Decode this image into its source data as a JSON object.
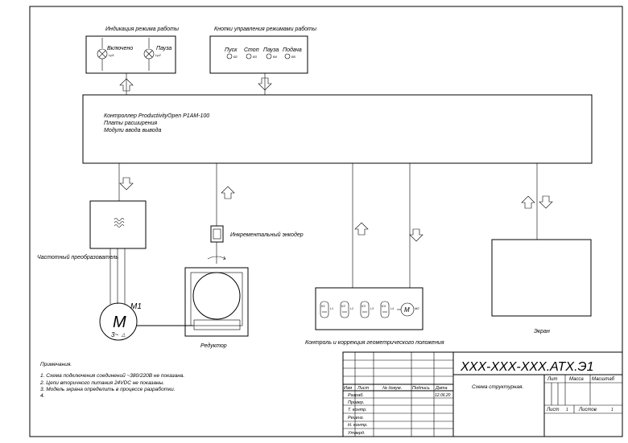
{
  "panels": {
    "indication": {
      "title": "Индикация режима работы",
      "lamps": [
        {
          "label": "Включено",
          "tag": "Lp1"
        },
        {
          "label": "Пауза",
          "tag": "Lp2"
        }
      ]
    },
    "buttons": {
      "title": "Кнопки управления режимами работы",
      "items": [
        {
          "label": "Пуск",
          "tag": "B2"
        },
        {
          "label": "Стоп",
          "tag": "B3"
        },
        {
          "label": "Пауза",
          "tag": "B4"
        },
        {
          "label": "Подача",
          "tag": "B5"
        }
      ]
    }
  },
  "controller": {
    "line1": "Контроллер ProductivityOpen P1AM-100",
    "line2": "Платы расширения",
    "line3": "Модули ввода вывода"
  },
  "vfd": {
    "label": "Частотный преобразователь",
    "symbol": "≈"
  },
  "motor": {
    "tag": "M1",
    "symbol": "M",
    "phase": "3~",
    "delta": "△"
  },
  "encoder": {
    "label": "Инкрементальный энкодер"
  },
  "reducer": {
    "label": "Редуктор"
  },
  "sensors": {
    "label": "Контроль и коррекция геометрического положения",
    "items": [
      "K1",
      "K2",
      "K3",
      "K4"
    ],
    "sublabels": [
      "L1",
      "L2",
      "L3",
      "L4"
    ],
    "motor": {
      "symbol": "M",
      "tag": "M2"
    }
  },
  "screen": {
    "label": "Экран"
  },
  "notes": {
    "title": "Примечания.",
    "items": [
      "1. Схема подключения соединений ~380/220В не показана.",
      "2. Цепи вторичного питания 24VDC не показаны.",
      "3. Модель экрана определить в процессе разработки.",
      "4."
    ]
  },
  "title_block": {
    "code": "XXX-XXX-XXX.ATX.Э1",
    "doc_name": "Схема структурная.",
    "col_headers": [
      "Изм",
      "Лист",
      "№ докум.",
      "Подпись",
      "Дата"
    ],
    "rows": [
      "Разраб.",
      "Провер.",
      "Т. контр.",
      "Реценз.",
      "Н. контр.",
      "Утверд."
    ],
    "date": "12.06.20",
    "lit": "Лит",
    "mass": "Масса",
    "scale": "Масштаб",
    "sheet": "Лист",
    "sheet_num": "1",
    "sheets": "Листов",
    "sheets_num": "1"
  }
}
